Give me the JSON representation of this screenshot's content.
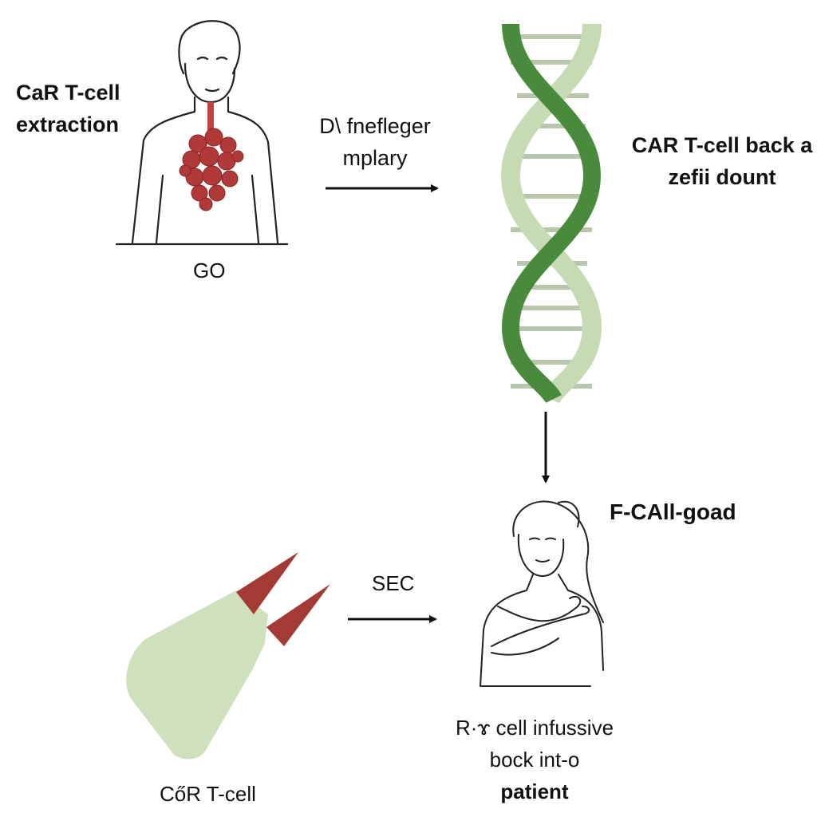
{
  "steps": {
    "extraction": {
      "line1": "CaR T-cell",
      "line2": "extraction",
      "caption": "GO"
    },
    "modification": {
      "line1": "D\\ fnefleger",
      "line2": "mplary"
    },
    "return": {
      "line1": "CAR T-cell back a",
      "line2": "zefii dount"
    },
    "patient_label": "F-CAll-goad",
    "bag": {
      "arrow_label": "SEC",
      "caption": "CőR T-cell"
    },
    "infusion": {
      "line1": "R·ɤ cell infussive",
      "line2": "bock int-o",
      "line3": "patient"
    }
  },
  "colors": {
    "dna_dark": "#4a8a3c",
    "dna_light": "#c6dbb4",
    "organ": "#b03a3a",
    "bag": "#cfe0bc",
    "cap": "#a33a36",
    "line": "#222222"
  }
}
